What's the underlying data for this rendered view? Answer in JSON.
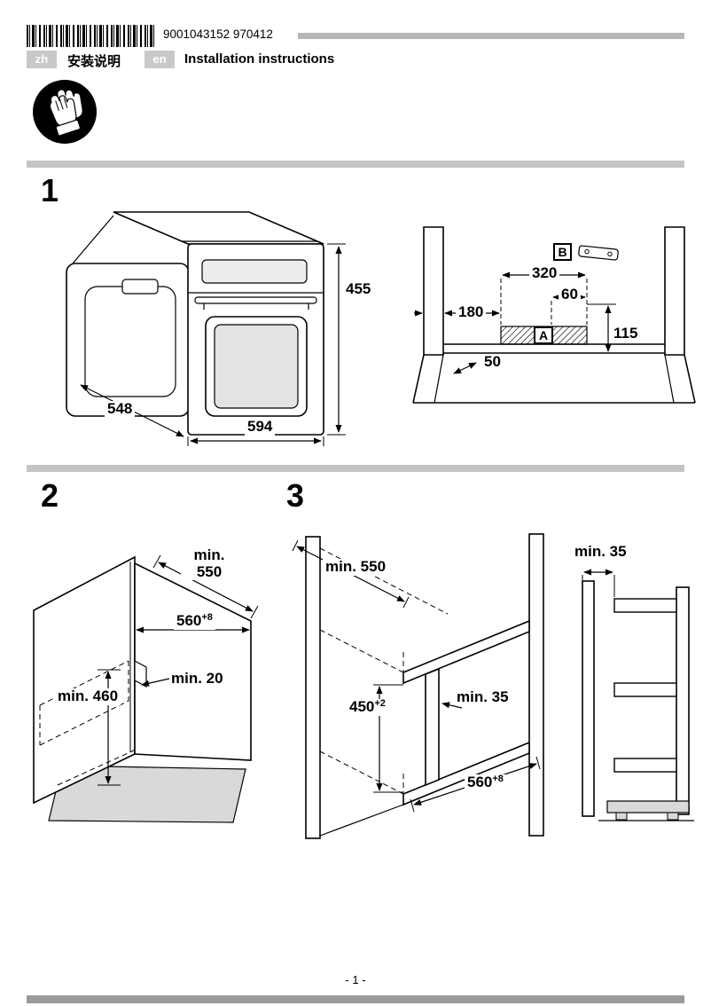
{
  "header": {
    "barcode_text": "9001043152  970412",
    "languages": [
      {
        "tag": "zh",
        "title": "安装说明"
      },
      {
        "tag": "en",
        "title": "Installation instructions"
      }
    ]
  },
  "sections": {
    "one": {
      "number": "1",
      "oven": {
        "height": "455",
        "depth": "548",
        "width": "594"
      },
      "niche": {
        "bracket_label": "B",
        "dim_320": "320",
        "dim_60": "60",
        "dim_180": "180",
        "zone_label": "A",
        "dim_115": "115",
        "dim_50": "50"
      }
    },
    "two": {
      "number": "2",
      "dims": {
        "depth": "min.\n550",
        "width": "560",
        "width_tol": "+8",
        "front_gap": "min. 20",
        "height": "min. 460"
      }
    },
    "three": {
      "number": "3",
      "dims": {
        "depth": "min. 550",
        "height": "450",
        "height_tol": "+2",
        "rear_gap": "min. 35",
        "width": "560",
        "width_tol": "+8",
        "side_gap": "min. 35"
      }
    }
  },
  "footer": {
    "page_number": "- 1 -"
  }
}
